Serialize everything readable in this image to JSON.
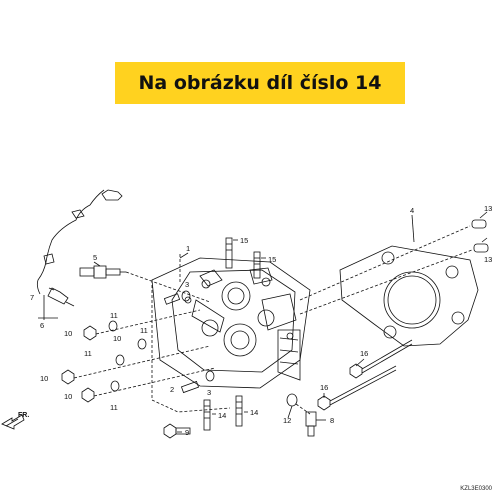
{
  "banner": {
    "text": "Na obrázku díl číslo 14",
    "color": "#ffd21f"
  },
  "diagram": {
    "front_arrow": "FR.",
    "code": "KZL3E0300",
    "callouts": {
      "c1": "1",
      "c2": "2",
      "c3a": "3",
      "c3b": "3",
      "c4": "4",
      "c5": "5",
      "c6": "6",
      "c7": "7",
      "c8": "8",
      "c9": "9",
      "c10a": "10",
      "c10b": "10",
      "c10c": "10",
      "c10d": "10",
      "c11a": "11",
      "c11b": "11",
      "c11c": "11",
      "c11d": "11",
      "c12": "12",
      "c13a": "13",
      "c13b": "13",
      "c14a": "14",
      "c14b": "14",
      "c15a": "15",
      "c15b": "15",
      "c16a": "16",
      "c16b": "16"
    }
  }
}
